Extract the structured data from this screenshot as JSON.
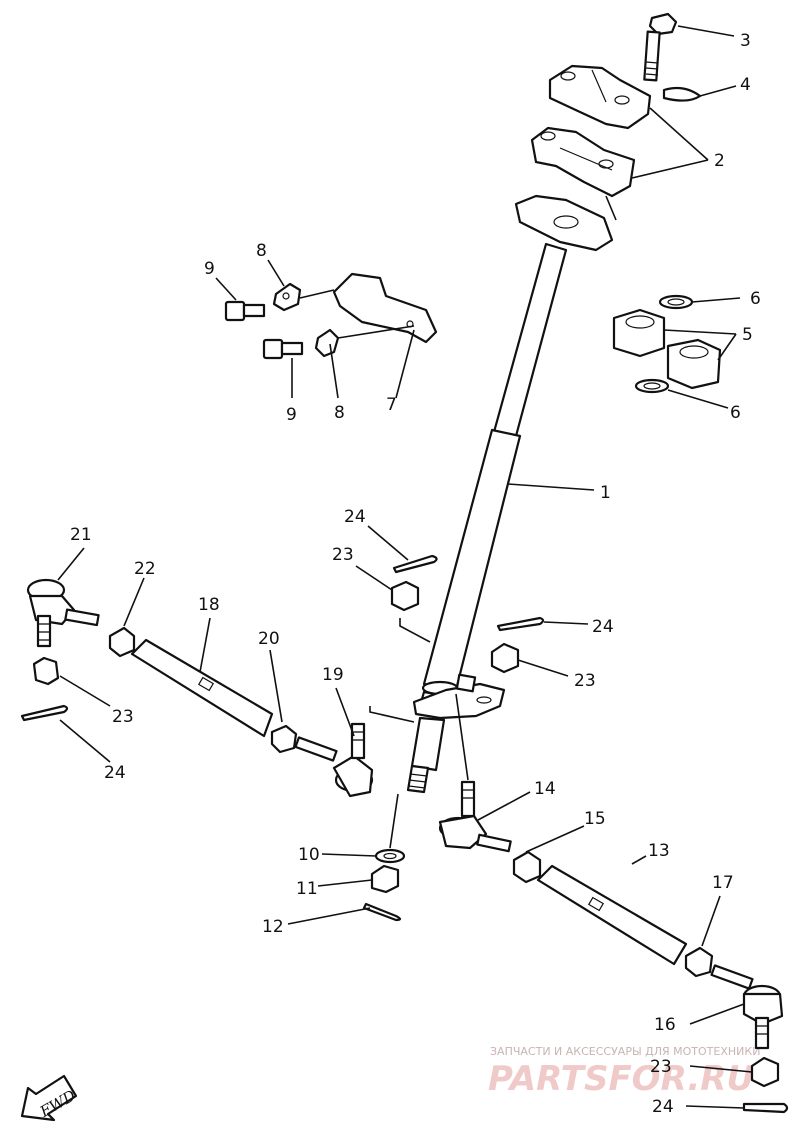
{
  "diagram": {
    "callouts": [
      {
        "id": "c-3-top",
        "text": "3"
      },
      {
        "id": "c-4",
        "text": "4"
      },
      {
        "id": "c-2",
        "text": "2"
      },
      {
        "id": "c-9-upper",
        "text": "9"
      },
      {
        "id": "c-8-upper",
        "text": "8"
      },
      {
        "id": "c-6-upper",
        "text": "6"
      },
      {
        "id": "c-5",
        "text": "5"
      },
      {
        "id": "c-6-lower",
        "text": "6"
      },
      {
        "id": "c-9-lower",
        "text": "9"
      },
      {
        "id": "c-8-lower",
        "text": "8"
      },
      {
        "id": "c-7",
        "text": "7"
      },
      {
        "id": "c-1",
        "text": "1"
      },
      {
        "id": "c-24-mid",
        "text": "24"
      },
      {
        "id": "c-23-mid",
        "text": "23"
      },
      {
        "id": "c-21",
        "text": "21"
      },
      {
        "id": "c-22",
        "text": "22"
      },
      {
        "id": "c-18",
        "text": "18"
      },
      {
        "id": "c-24-right",
        "text": "24"
      },
      {
        "id": "c-20",
        "text": "20"
      },
      {
        "id": "c-19",
        "text": "19"
      },
      {
        "id": "c-23-right",
        "text": "23"
      },
      {
        "id": "c-23-left",
        "text": "23"
      },
      {
        "id": "c-24-left",
        "text": "24"
      },
      {
        "id": "c-14",
        "text": "14"
      },
      {
        "id": "c-15",
        "text": "15"
      },
      {
        "id": "c-13",
        "text": "13"
      },
      {
        "id": "c-10",
        "text": "10"
      },
      {
        "id": "c-17",
        "text": "17"
      },
      {
        "id": "c-11",
        "text": "11"
      },
      {
        "id": "c-12",
        "text": "12"
      },
      {
        "id": "c-16",
        "text": "16"
      },
      {
        "id": "c-23-bottom",
        "text": "23"
      },
      {
        "id": "c-24-bottom",
        "text": "24"
      }
    ],
    "fwd_label": "FWD"
  },
  "watermark": {
    "tagline": "ЗАПЧАСТИ И АКСЕССУАРЫ ДЛЯ МОТОТЕХНИКИ",
    "brand": "PARTSFOR.RU"
  }
}
